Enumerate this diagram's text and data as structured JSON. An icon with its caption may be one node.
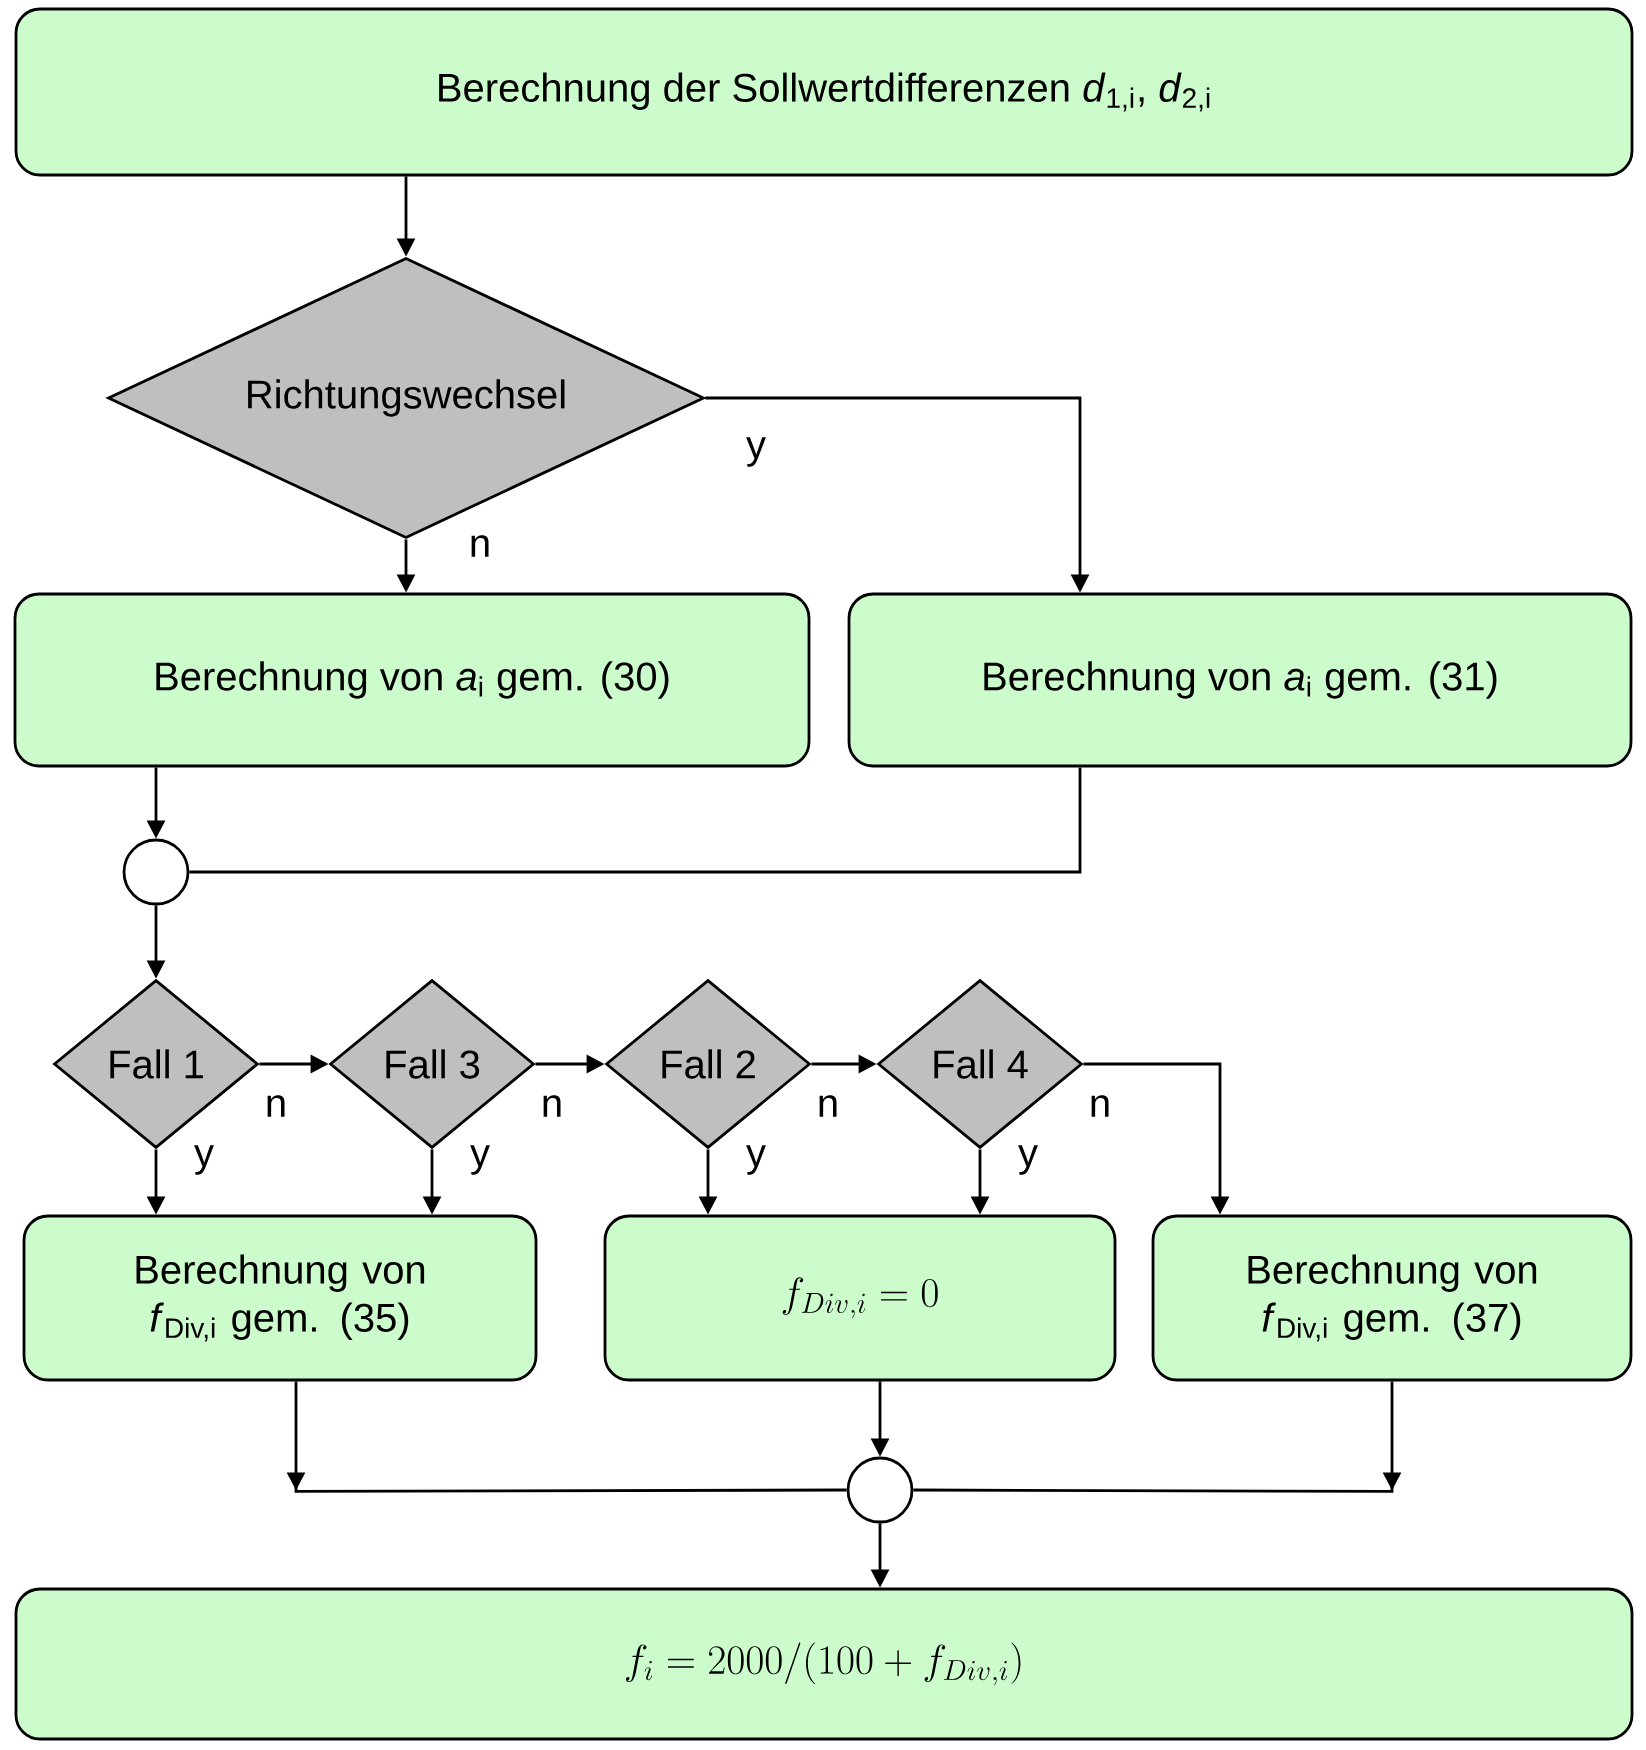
{
  "diagram": {
    "nodes": [
      {
        "text": [
          "Berechnung der Sollwertdifferenzen *d*$_{1,i}$, *d*$_{2,i}$"
        ]
      },
      {
        "text": [
          "Richtungswechsel"
        ]
      },
      {
        "text": [
          "Berechnung von *a*$_{i}$ gem. (30)"
        ]
      },
      {
        "text": [
          "Berechnung von *a*$_{i}$ gem. (31)"
        ]
      },
      {
        "text": [],
        "shape": "circle"
      },
      {
        "text": [
          "Fall 1"
        ]
      },
      {
        "text": [
          "Fall 3"
        ]
      },
      {
        "text": [
          "Fall 2"
        ]
      },
      {
        "text": [
          "Fall 4"
        ]
      },
      {
        "text": [
          "Berechnung von *f*$_{Div,i}$ gem. (35)"
        ]
      },
      {
        "text": [
          "f_{Div,i} = 0"
        ]
      },
      {
        "text": [
          "Berechnung von *f*$_{Div,i}$ gem. (37)"
        ]
      },
      {
        "text": [],
        "shape": "circle"
      },
      {
        "text": [
          "f_i = 2000/(100 + f_{Div,i})"
        ]
      }
    ],
    "edges": [
      {
        "from": 0,
        "to": 1,
        "arrow": "to"
      },
      {
        "from": 1,
        "to": 2,
        "arrow": "to",
        "label": "n"
      },
      {
        "from": 1,
        "to": 3,
        "arrow": "to",
        "label": "y"
      },
      {
        "from": 2,
        "to": 4,
        "arrow": "to"
      },
      {
        "from": 3,
        "to": 4,
        "arrow": "none"
      },
      {
        "from": 4,
        "to": 5,
        "arrow": "to"
      },
      {
        "from": 5,
        "to": 6,
        "arrow": "to",
        "label": "n"
      },
      {
        "from": 6,
        "to": 7,
        "arrow": "to",
        "label": "n"
      },
      {
        "from": 7,
        "to": 8,
        "arrow": "to",
        "label": "n"
      },
      {
        "from": 5,
        "to": 9,
        "arrow": "to",
        "label": "y"
      },
      {
        "from": 6,
        "to": 9,
        "arrow": "to",
        "label": "y"
      },
      {
        "from": 7,
        "to": 10,
        "arrow": "to",
        "label": "y"
      },
      {
        "from": 8,
        "to": 10,
        "arrow": "to",
        "label": "y"
      },
      {
        "from": 8,
        "to": 11,
        "arrow": "to",
        "label": "n"
      },
      {
        "from": 9,
        "to": 12,
        "arrow": "to"
      },
      {
        "from": 10,
        "to": 12,
        "arrow": "to"
      },
      {
        "from": 11,
        "to": 12,
        "arrow": "to"
      },
      {
        "from": 12,
        "to": 13,
        "arrow": "to"
      }
    ]
  }
}
